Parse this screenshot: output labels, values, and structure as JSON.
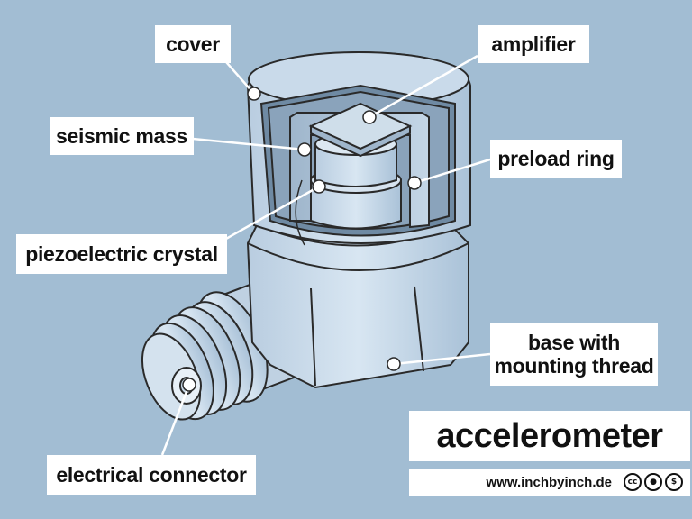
{
  "diagram": {
    "title": "accelerometer",
    "labels": {
      "cover": "cover",
      "amplifier": "amplifier",
      "seismic_mass": "seismic mass",
      "preload_ring": "preload ring",
      "piezoelectric_crystal": "piezoelectric crystal",
      "base": "base with\nmounting thread",
      "electrical_connector": "electrical connector"
    },
    "footer": {
      "url": "www.inchbyinch.de",
      "license_icons": [
        "cc-icon",
        "by-icon",
        "nc-icon"
      ]
    },
    "colors": {
      "background": "#a2bdd3",
      "device_body": "#c8d9e8",
      "outline": "#2a2a2a",
      "leader_line": "#ffffff"
    }
  }
}
